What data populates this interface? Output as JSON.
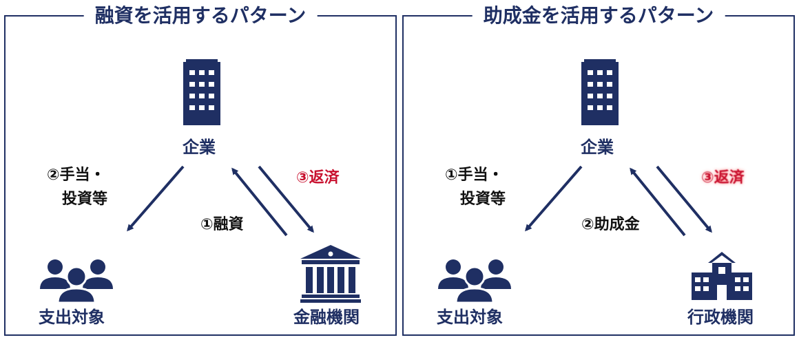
{
  "left": {
    "title": "融資を活用するパターン",
    "company": "企業",
    "allowance_line1": "②手当・",
    "allowance_line2": "投資等",
    "repay": "③返済",
    "financing": "①融資",
    "target": "支出対象",
    "institution": "金融機関"
  },
  "right": {
    "title": "助成金を活用するパターン",
    "company": "企業",
    "allowance_line1": "①手当・",
    "allowance_line2": "投資等",
    "repay": "③返済",
    "grant": "②助成金",
    "target": "支出対象",
    "institution": "行政機関"
  },
  "colors": {
    "navy": "#1f2f63",
    "red": "#c8102e"
  },
  "icons": {
    "company": "office-building-icon",
    "target": "people-group-icon",
    "bank": "bank-icon",
    "government": "government-building-icon"
  }
}
